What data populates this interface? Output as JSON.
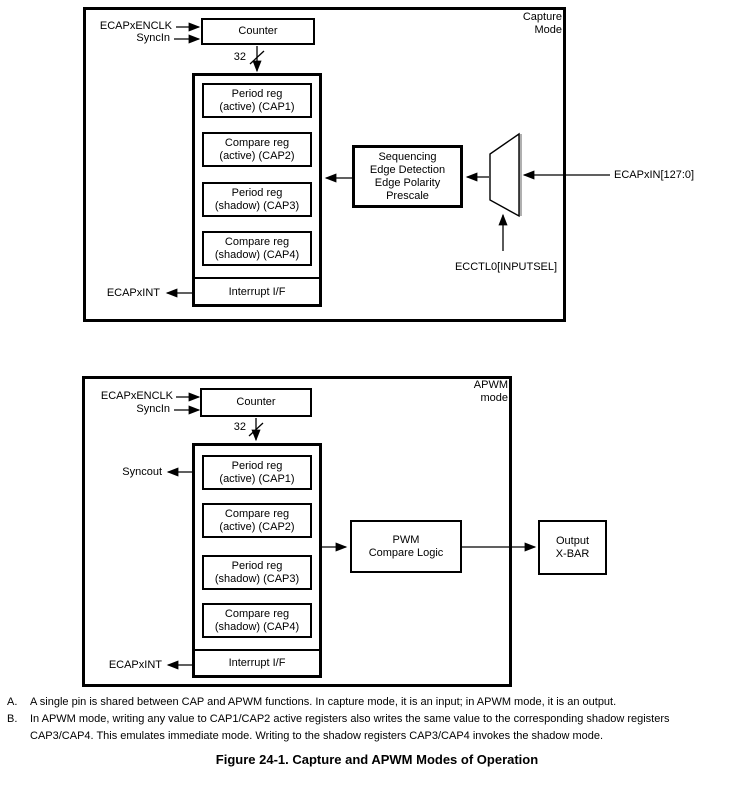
{
  "figure": {
    "caption": "Figure 24-1. Capture and APWM Modes of Operation",
    "footnotes": [
      {
        "marker": "A.",
        "text": "A single pin is shared between CAP and APWM functions. In capture mode, it is an input; in APWM mode, it is an output."
      },
      {
        "marker": "B.",
        "text": "In APWM mode, writing any value to CAP1/CAP2 active registers also writes the same value to the corresponding shadow registers\nCAP3/CAP4. This emulates immediate mode. Writing to the shadow registers CAP3/CAP4 invokes the shadow mode."
      }
    ]
  },
  "colors": {
    "line": "#000000",
    "mux_shadow": "#b0b0b0",
    "background": "#ffffff"
  },
  "capture": {
    "mode_label": "Capture\nMode",
    "counter_label": "Counter",
    "bus_width_label": "32",
    "enclk_label": "ECAPxENCLK",
    "syncin_label": "SyncIn",
    "registers": [
      "Period reg\n(active) (CAP1)",
      "Compare reg\n(active) (CAP2)",
      "Period reg\n(shadow) (CAP3)",
      "Compare reg\n(shadow) (CAP4)"
    ],
    "interrupt_label": "Interrupt I/F",
    "ecapxint_label": "ECAPxINT",
    "sequencing_label": "Sequencing\nEdge Detection\nEdge Polarity\nPrescale",
    "ecapxin_label": "ECAPxIN[127:0]",
    "inputsel_label": "ECCTL0[INPUTSEL]"
  },
  "apwm": {
    "mode_label": "APWM\nmode",
    "counter_label": "Counter",
    "bus_width_label": "32",
    "enclk_label": "ECAPxENCLK",
    "syncin_label": "SyncIn",
    "syncout_label": "Syncout",
    "registers": [
      "Period reg\n(active) (CAP1)",
      "Compare reg\n(active) (CAP2)",
      "Period reg\n(shadow) (CAP3)",
      "Compare reg\n(shadow) (CAP4)"
    ],
    "interrupt_label": "Interrupt I/F",
    "ecapxint_label": "ECAPxINT",
    "pwm_logic_label": "PWM\nCompare Logic",
    "output_xbar_label": "Output\nX-BAR"
  }
}
